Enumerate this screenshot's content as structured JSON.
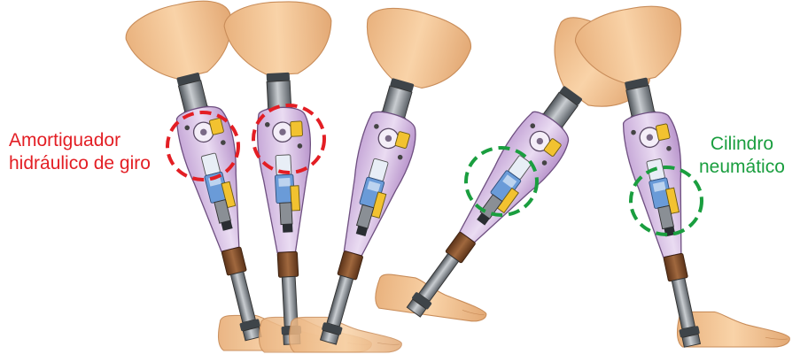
{
  "annotations": {
    "damper": {
      "line1": "Amortiguador",
      "line2": "hidráulico de giro",
      "color": "#e31e24"
    },
    "cylinder": {
      "line1": "Cilindro",
      "line2": "neumático",
      "color": "#1a9e3f"
    }
  },
  "palette": {
    "skin": "#f5c99a",
    "skin_shadow": "#e0a870",
    "purple": "#d9c2e6",
    "purple_edge": "#6e4f80",
    "metal": "#9aa0a6",
    "metal_dark": "#555b61",
    "blue": "#6a9bd8",
    "yellow": "#f2c230",
    "brown": "#7a4a2a"
  }
}
